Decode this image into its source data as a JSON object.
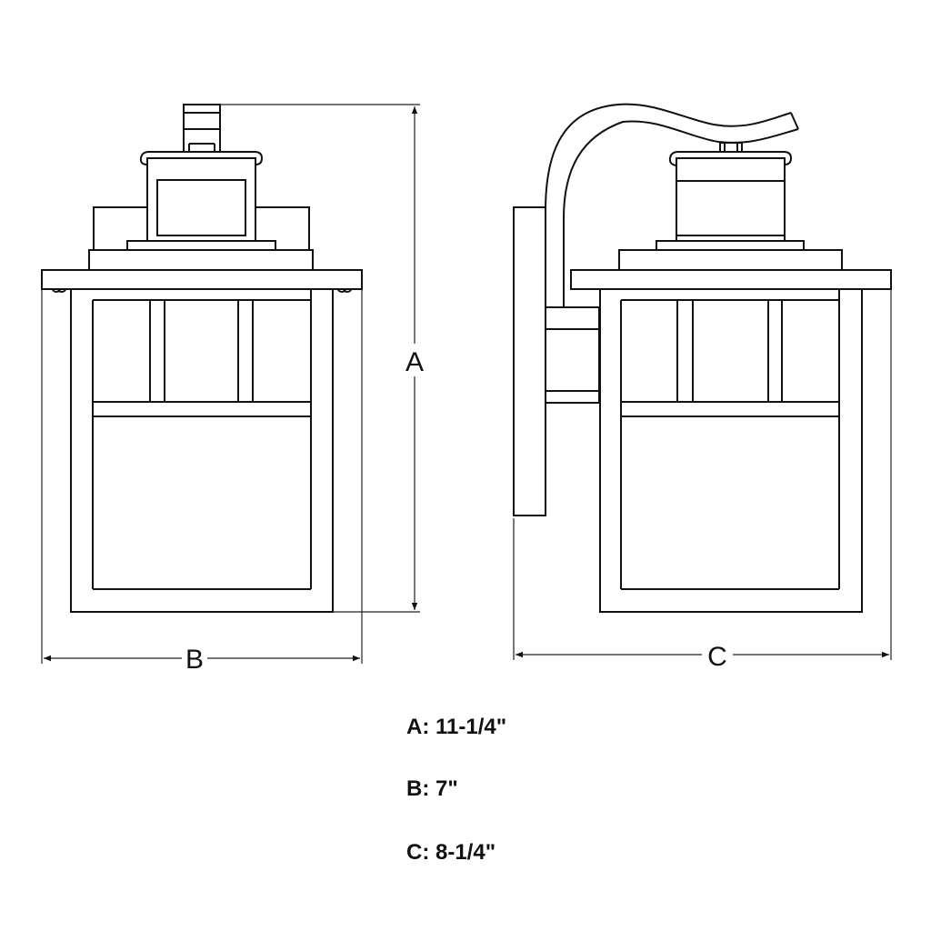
{
  "diagram": {
    "views": [
      "front",
      "side"
    ],
    "dimension_letters": {
      "a": "A",
      "b": "B",
      "c": "C"
    },
    "colors": {
      "line": "#111111",
      "background": "#ffffff"
    }
  },
  "specs": [
    {
      "text": "A: 11-1/4\""
    },
    {
      "text": "B: 7\""
    },
    {
      "text": "C: 8-1/4\""
    }
  ]
}
